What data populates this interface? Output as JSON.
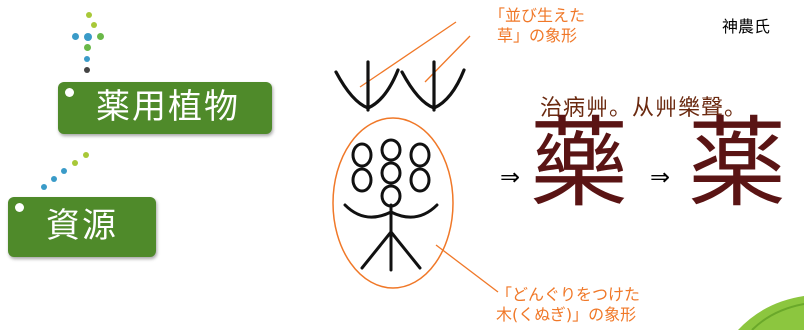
{
  "top_right_text": "神農氏",
  "boxes": {
    "yakuyou": "薬用植物",
    "shigen": "資源"
  },
  "callouts": {
    "grass_line1": "「並び生えた",
    "grass_line2": "草」の象形",
    "tree_line1": "「どんぐりをつけた",
    "tree_line2": "木(くぬぎ)」の象形"
  },
  "quote": "治病艸。从艸樂聲。",
  "chars": {
    "arrow1": "⇒",
    "traditional": "藥",
    "arrow2": "⇒",
    "modern": "薬"
  },
  "colors": {
    "box_green": "#4f8a2a",
    "callout_orange": "#f07828",
    "char_brown": "#5a1414",
    "quote_brown": "#6b2a10"
  }
}
